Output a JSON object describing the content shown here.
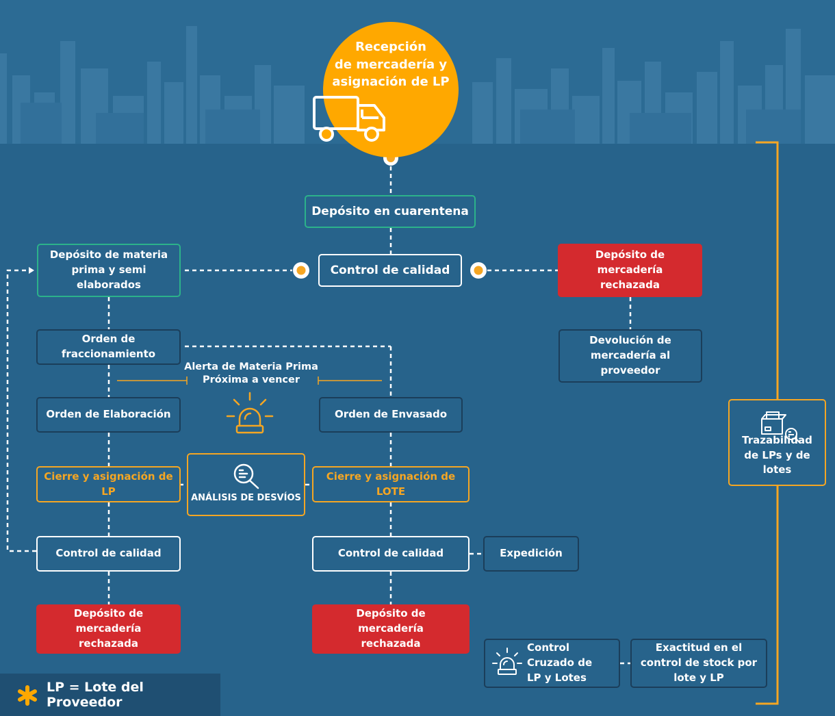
{
  "title": "Recepción de mercadería y asignación de LP",
  "title_lines": [
    "Recepción",
    "de mercadería y",
    "asignación de LP"
  ],
  "boxes": {
    "cuarentena": "Depósito en cuarentena",
    "control_calidad_top": "Control de calidad",
    "materia_prima": "Depósito de materia prima y semi elaborados",
    "rechazada_top": "Depósito de mercadería rechazada",
    "devolucion": "Devolución de mercadería al proveedor",
    "fraccionamiento": "Orden de fraccionamiento",
    "elaboracion": "Orden de Elaboración",
    "envasado": "Orden de Envasado",
    "cierre_lp": "Cierre y asignación de LP",
    "analisis": "ANÁLISIS DE DESVÍOS",
    "cierre_lote": "Cierre y asignación de LOTE",
    "control_calidad_left": "Control de calidad",
    "control_calidad_mid": "Control de calidad",
    "expedicion": "Expedición",
    "rechazada_left": "Depósito de mercadería rechazada",
    "rechazada_mid": "Depósito de mercadería rechazada",
    "trazabilidad": "Trazabilidad de LPs y de lotes",
    "control_cruzado": "Control Cruzado de LP y Lotes",
    "exactitud": "Exactitud en el control de stock por lote y LP"
  },
  "alert": "Alerta de Materia Prima Próxima a vencer",
  "legend": "LP = Lote del Proveedor",
  "icons": [
    "truck-icon",
    "alarm-light-icon",
    "search-analysis-icon",
    "boxes-search-icon",
    "alarm-icon",
    "asterisk-icon"
  ],
  "colors": {
    "background": "#27638b",
    "accent_orange": "#ffa800",
    "green_border": "#2cb28a",
    "red": "#d42a2e",
    "navy": "#1b3e5a"
  }
}
